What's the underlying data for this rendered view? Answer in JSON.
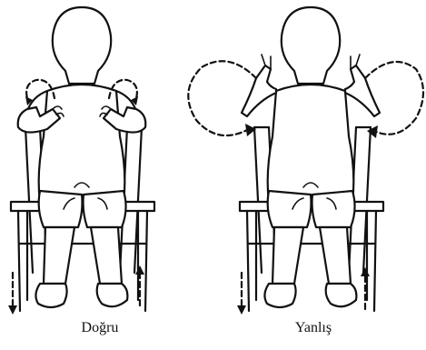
{
  "figures": [
    {
      "id": "correct",
      "caption": "Doğru"
    },
    {
      "id": "wrong",
      "caption": "Yanlış"
    }
  ]
}
